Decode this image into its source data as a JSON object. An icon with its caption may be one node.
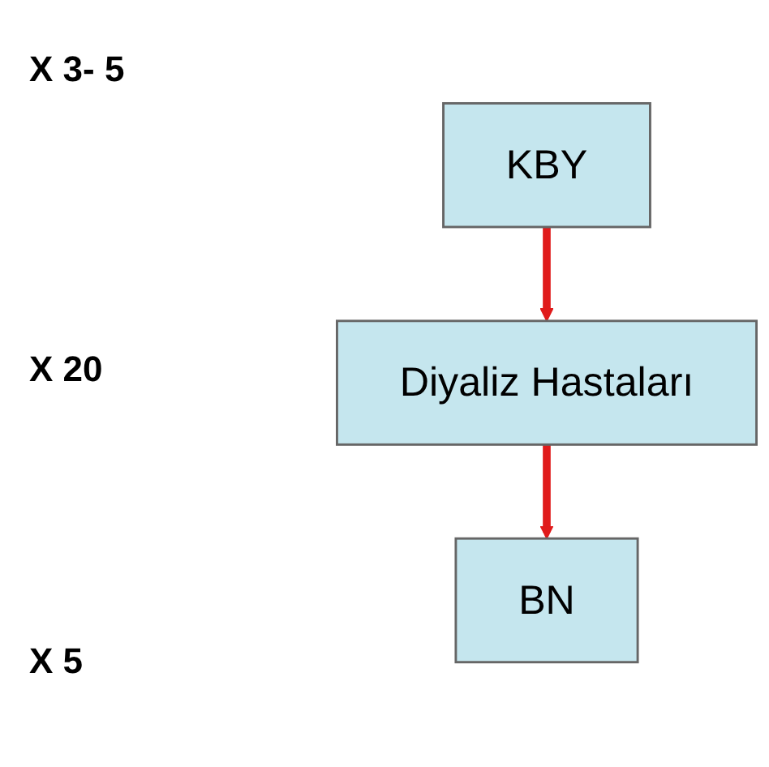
{
  "diagram": {
    "nodes": [
      {
        "text": [
          "KBY"
        ]
      },
      {
        "text": [
          "Diyaliz Hastaları"
        ]
      },
      {
        "text": [
          "BN"
        ]
      }
    ],
    "edges": [
      {
        "from": 0,
        "to": 1,
        "arrow": "to"
      },
      {
        "from": 1,
        "to": 2,
        "arrow": "to"
      }
    ],
    "labels": [
      "X 3- 5",
      "X 20",
      "X 5"
    ]
  }
}
